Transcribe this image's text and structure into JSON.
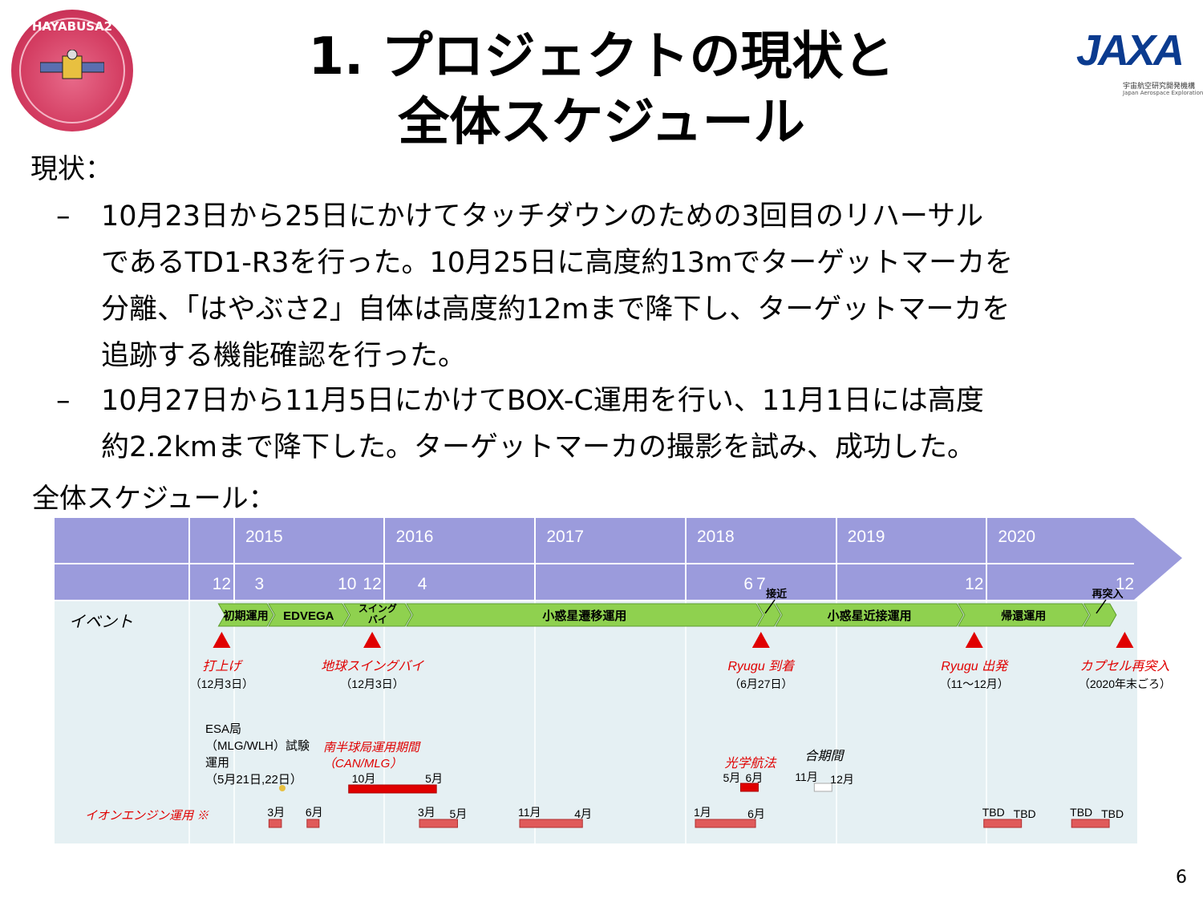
{
  "title": {
    "line1": "1. プロジェクトの現状と",
    "line2": "全体スケジュール"
  },
  "logos": {
    "mission": "HAYABUSA2",
    "jaxa": "JAXA",
    "jaxa_sub_ja": "宇宙航空研究開発機構",
    "jaxa_sub_en": "Japan Aerospace Exploration Agency"
  },
  "status_heading": "現状：",
  "bullets": [
    {
      "dash": "–",
      "lines": [
        "10月23日から25日にかけてタッチダウンのための3回目のリハーサル",
        "であるTD1-R3を行った。10月25日に高度約13mでターゲットマーカを",
        "分離、「はやぶさ2」自体は高度約12mまで降下し、ターゲットマーカを",
        "追跡する機能確認を行った。"
      ]
    },
    {
      "dash": "–",
      "lines": [
        "10月27日から11月5日にかけてBOX-C運用を行い、11月1日には高度",
        "約2.2kmまで降下した。ターゲットマーカの撮影を試み、成功した。"
      ]
    }
  ],
  "schedule_heading": "全体スケジュール：",
  "page_number": "6",
  "chart_data": {
    "type": "gantt",
    "years": [
      "2015",
      "2016",
      "2017",
      "2018",
      "2019",
      "2020"
    ],
    "month_ticks": [
      {
        "text": "12",
        "t": 2014.917
      },
      {
        "text": "3",
        "t": 2015.167
      },
      {
        "text": "10",
        "t": 2015.75
      },
      {
        "text": "12",
        "t": 2015.917
      },
      {
        "text": "4",
        "t": 2016.25
      },
      {
        "text": "6",
        "t": 2018.417
      },
      {
        "text": "7",
        "t": 2018.5
      },
      {
        "text": "12",
        "t": 2019.917
      },
      {
        "text": "12",
        "t": 2020.917
      }
    ],
    "row_label": "イベント",
    "phases": [
      {
        "label": "初期運用",
        "start": 2014.917,
        "end": 2015.25
      },
      {
        "label": "EDVEGA",
        "start": 2015.25,
        "end": 2015.75
      },
      {
        "label": "スイング バイ",
        "start": 2015.75,
        "end": 2016.167
      },
      {
        "label": "小惑星遷移運用",
        "start": 2016.167,
        "end": 2018.5
      },
      {
        "label": "",
        "start": 2018.5,
        "end": 2018.62
      },
      {
        "label": "小惑星近接運用",
        "start": 2018.62,
        "end": 2019.833
      },
      {
        "label": "帰還運用",
        "start": 2019.833,
        "end": 2020.667
      },
      {
        "label": "",
        "start": 2020.667,
        "end": 2020.85
      }
    ],
    "phase_callouts": [
      {
        "text": "接近",
        "t": 2018.56
      },
      {
        "text": "再突入",
        "t": 2020.76
      }
    ],
    "milestones": [
      {
        "name": "打上げ",
        "date": "（12月3日）",
        "t": 2014.917
      },
      {
        "name": "地球スイングバイ",
        "date": "（12月3日）",
        "t": 2015.917
      },
      {
        "name": "Ryugu 到着",
        "date": "（6月27日）",
        "t": 2018.5
      },
      {
        "name": "Ryugu 出発",
        "date": "（11～12月）",
        "t": 2019.917
      },
      {
        "name": "カプセル再突入",
        "date": "（2020年末ごろ）",
        "t": 2020.917
      }
    ],
    "esa_note": [
      "ESA局",
      "（MLG/WLH）試験",
      "運用",
      "（5月21日,22日）"
    ],
    "southern_station": {
      "label": [
        "南半球局運用期間",
        "（CAN/MLG）"
      ],
      "start": 2015.75,
      "end": 2016.333,
      "start_label": "10月",
      "end_label": "5月"
    },
    "optical_navigation": {
      "label": "光学航法",
      "start": 2018.333,
      "end": 2018.45,
      "start_label": "5月",
      "end_label": "6月"
    },
    "conjunction": {
      "label": "合期間",
      "start": 2018.833,
      "end": 2018.95,
      "start_label": "11月",
      "end_label": "12月"
    },
    "ion_engine": {
      "label": "イオンエンジン運用 ※",
      "bars": [
        {
          "start": 2015.167,
          "end": 2015.25,
          "start_label": "3月",
          "end_label": ""
        },
        {
          "start": 2015.42,
          "end": 2015.5,
          "start_label": "6月",
          "end_label": ""
        },
        {
          "start": 2016.167,
          "end": 2016.42,
          "start_label": "3月",
          "end_label": "5月"
        },
        {
          "start": 2016.833,
          "end": 2017.25,
          "start_label": "11月",
          "end_label": "4月"
        },
        {
          "start": 2018.0,
          "end": 2018.4,
          "start_label": "1月",
          "end_label": "6月"
        },
        {
          "start": 2019.917,
          "end": 2020.167,
          "start_label": "TBD",
          "end_label": "TBD"
        },
        {
          "start": 2020.5,
          "end": 2020.75,
          "start_label": "TBD",
          "end_label": "TBD"
        }
      ]
    },
    "colors": {
      "header": "#9b9bdc",
      "body": "#e5f0f3",
      "phase": "#8fd14f",
      "milestone": "#e00000",
      "bar": "#e05a5a",
      "milestone_text": "#e00000"
    }
  }
}
